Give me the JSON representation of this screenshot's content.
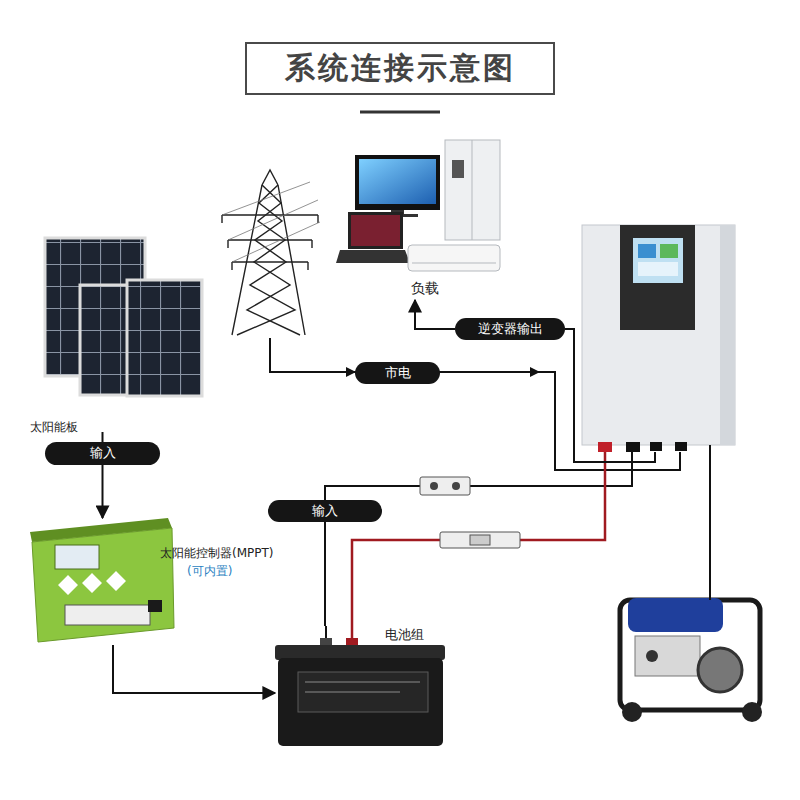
{
  "diagram": {
    "title": "系统连接示意图",
    "nodes": [
      {
        "text": [
          "负载"
        ]
      },
      {
        "text": [
          "逆变器输出"
        ]
      },
      {
        "text": [
          "市电"
        ]
      },
      {
        "text": [
          "太阳能板"
        ]
      },
      {
        "text": [
          "输入"
        ]
      },
      {
        "text": [
          "输入"
        ]
      },
      {
        "text": [
          "太阳能控制器(MPPT)",
          "(可内置)"
        ]
      },
      {
        "text": [
          "电池组"
        ]
      }
    ],
    "edges": [
      {
        "from": 1,
        "to": 0,
        "arrow": "to"
      },
      {
        "from": 3,
        "to": 4,
        "arrow": "none"
      },
      {
        "from": 4,
        "to": 6,
        "arrow": "to"
      },
      {
        "from": 6,
        "to": 7,
        "arrow": "to"
      },
      {
        "from": 7,
        "to": 5,
        "arrow": "none"
      }
    ]
  }
}
